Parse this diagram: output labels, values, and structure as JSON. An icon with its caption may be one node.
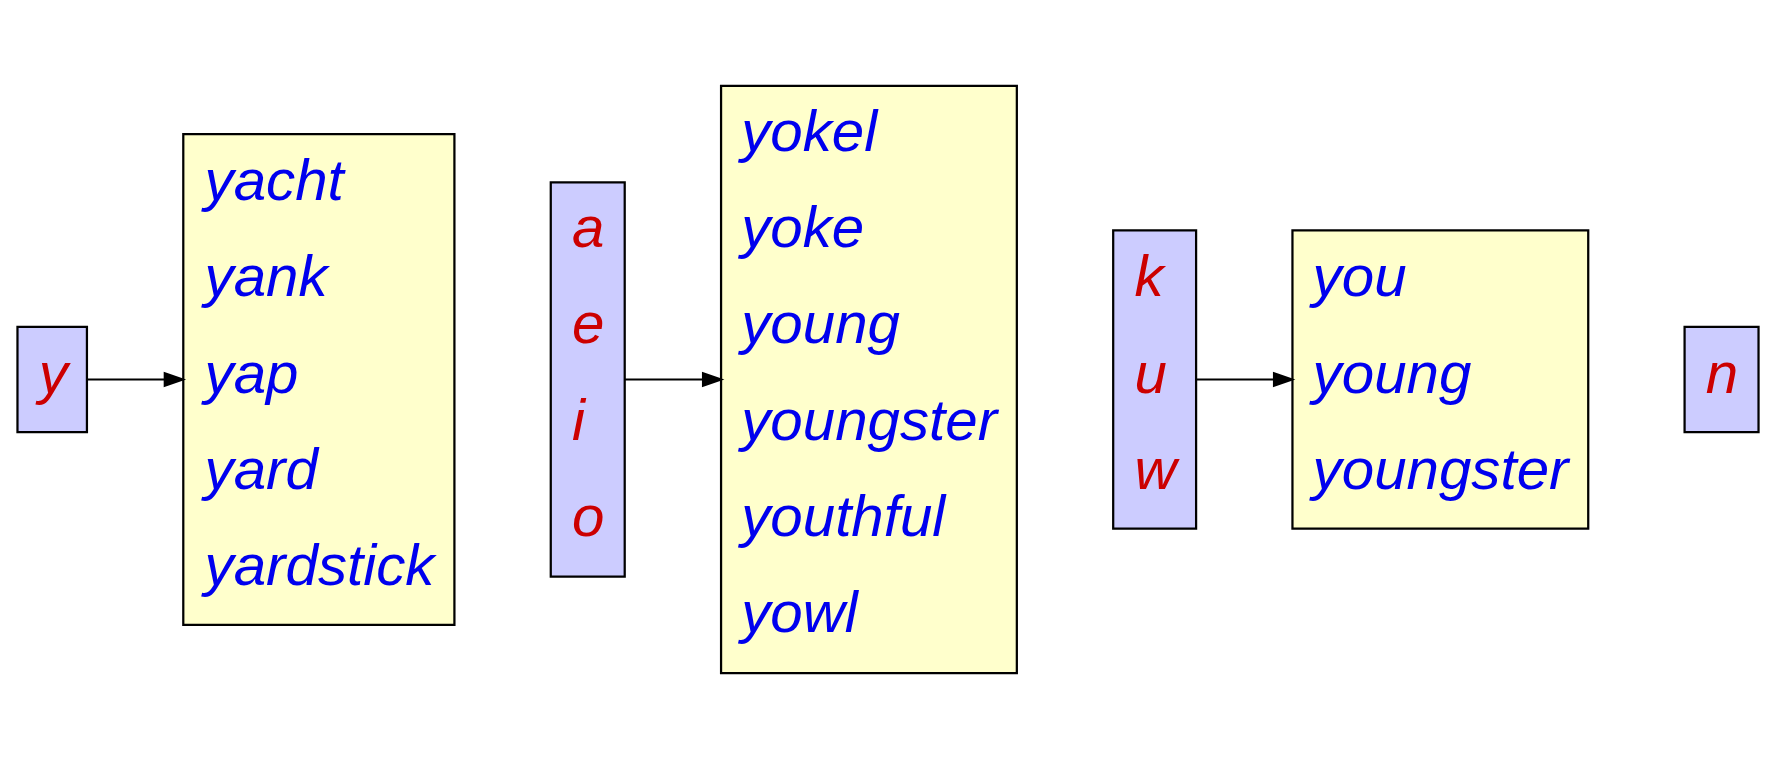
{
  "diagram": {
    "nodes": [
      {
        "text": [
          "y"
        ]
      },
      {
        "text": [
          "yacht",
          "yank",
          "yap",
          "yard",
          "yardstick"
        ]
      },
      {
        "text": [
          "a",
          "e",
          "i",
          "o"
        ]
      },
      {
        "text": [
          "yokel",
          "yoke",
          "young",
          "youngster",
          "youthful",
          "yowl"
        ]
      },
      {
        "text": [
          "k",
          "u",
          "w"
        ]
      },
      {
        "text": [
          "you",
          "young",
          "youngster"
        ]
      },
      {
        "text": [
          "n"
        ]
      }
    ],
    "edges": [
      {
        "from": 0,
        "to": 1,
        "arrow": "to"
      },
      {
        "from": 2,
        "to": 3,
        "arrow": "to"
      },
      {
        "from": 4,
        "to": 5,
        "arrow": "to"
      }
    ]
  }
}
